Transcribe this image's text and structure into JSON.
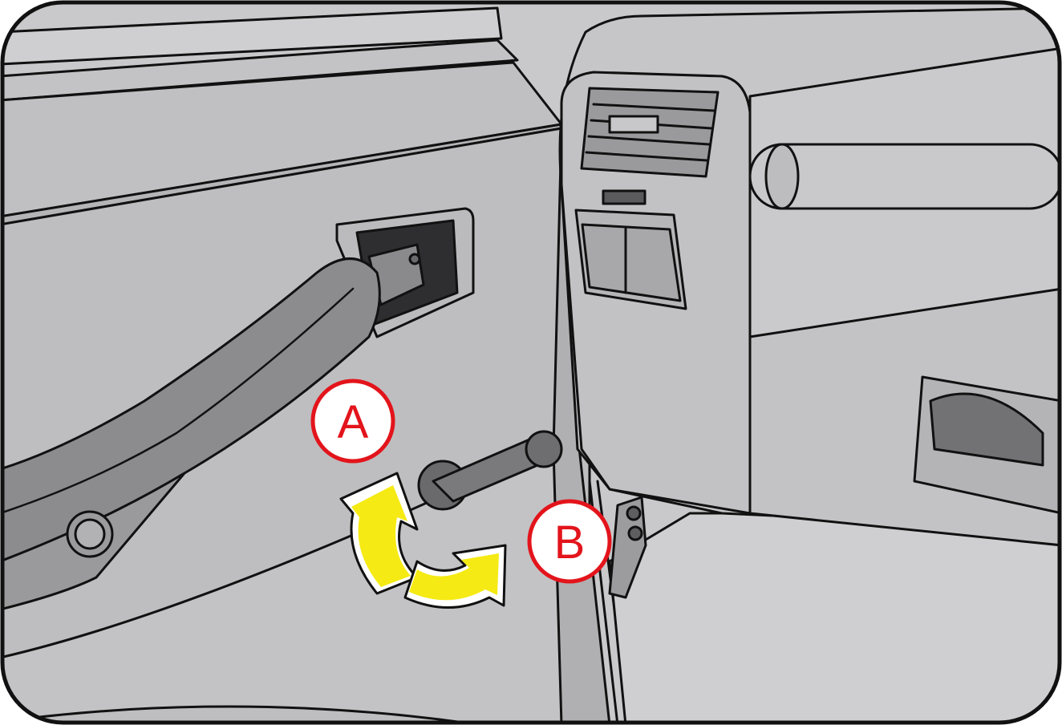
{
  "callouts": [
    {
      "id": "A",
      "label": "A"
    },
    {
      "id": "B",
      "label": "B"
    }
  ],
  "colors": {
    "background": "#c8c8ca",
    "panel": "#bdbdbf",
    "trim": "#8a8a8c",
    "dark_part": "#6e6e70",
    "outline": "#111111",
    "callout_ring": "#e3141b",
    "arrow_fill": "#f5ea14"
  },
  "icons": {
    "rotation_arrow": "curved-double-arrow-icon"
  }
}
